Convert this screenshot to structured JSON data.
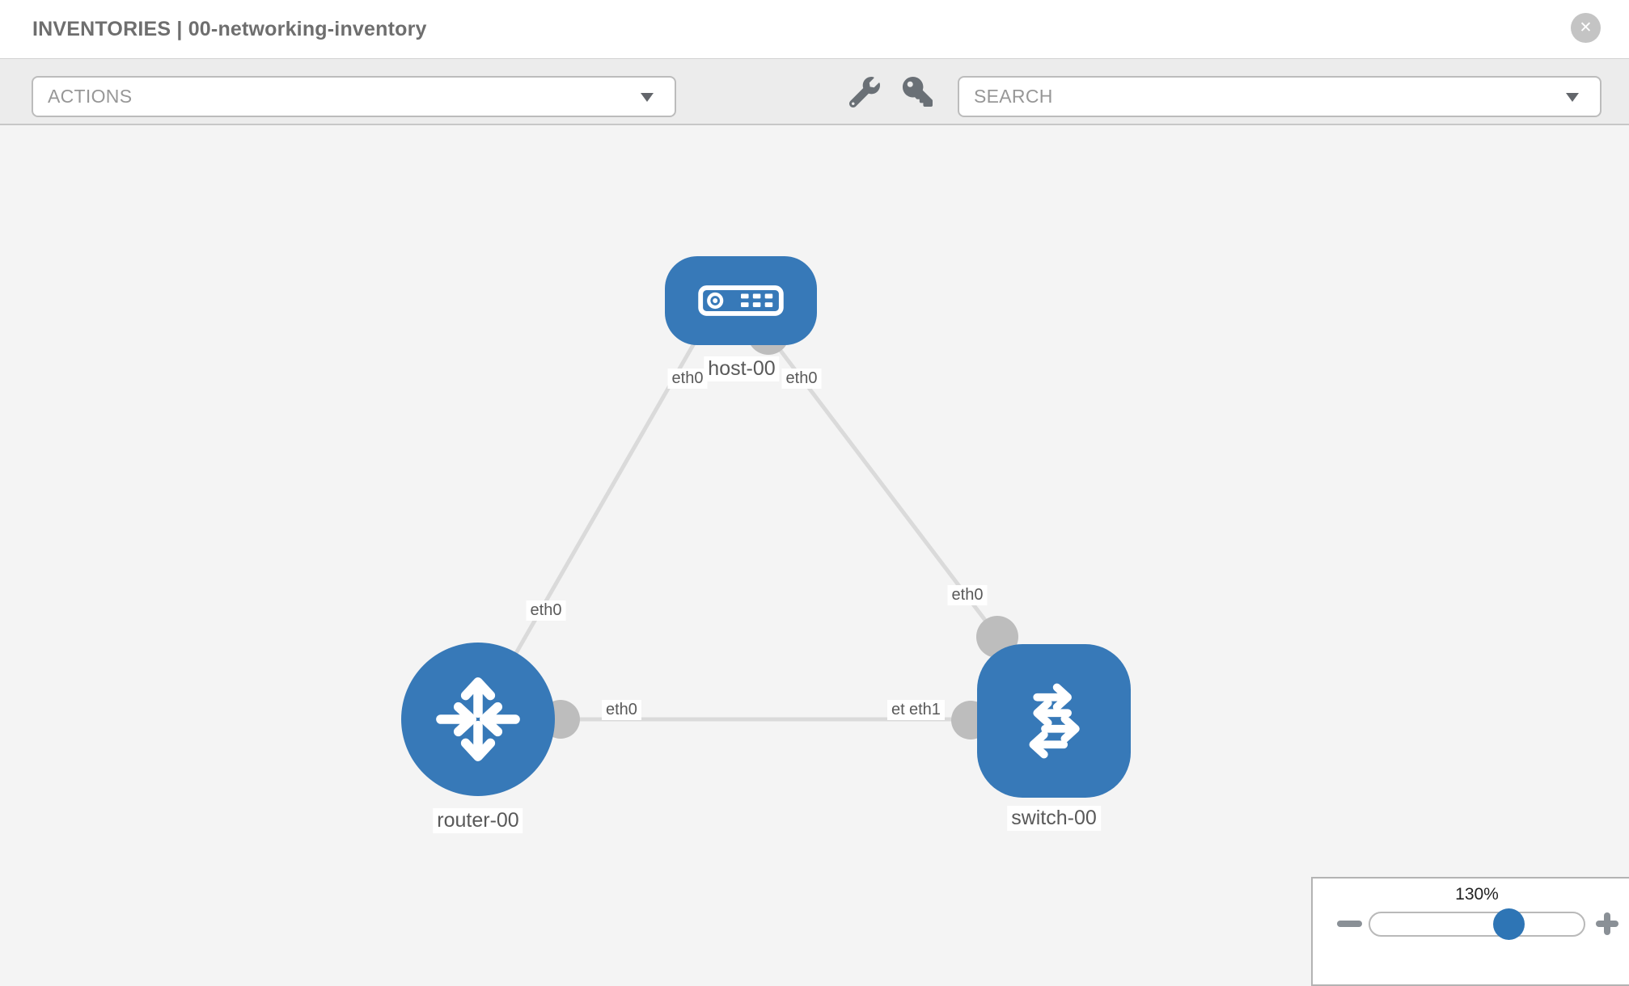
{
  "header": {
    "title": "INVENTORIES | 00-networking-inventory",
    "close_label": "✕"
  },
  "toolbar": {
    "actions_label": "ACTIONS",
    "search_placeholder": "SEARCH",
    "icons": [
      "wrench-icon",
      "key-icon"
    ]
  },
  "topology": {
    "nodes": [
      {
        "id": "host-00",
        "type": "host",
        "label": "host-00"
      },
      {
        "id": "router-00",
        "type": "router",
        "label": "router-00"
      },
      {
        "id": "switch-00",
        "type": "switch",
        "label": "switch-00"
      }
    ],
    "edges": [
      {
        "from": "router-00",
        "to": "host-00",
        "from_interface": "eth0",
        "to_interface": "eth0"
      },
      {
        "from": "host-00",
        "to": "switch-00",
        "from_interface": "eth0",
        "to_interface": "eth0"
      },
      {
        "from": "router-00",
        "to": "switch-00",
        "from_interface": "eth0",
        "to_interface": "eth1"
      }
    ]
  },
  "zoom_control": {
    "level": "130%"
  },
  "colors": {
    "node_blue": "#3779b8",
    "edge_gray": "#dadada",
    "connector_gray": "#bdbdbd",
    "slider_handle_blue": "#2e75b5"
  }
}
